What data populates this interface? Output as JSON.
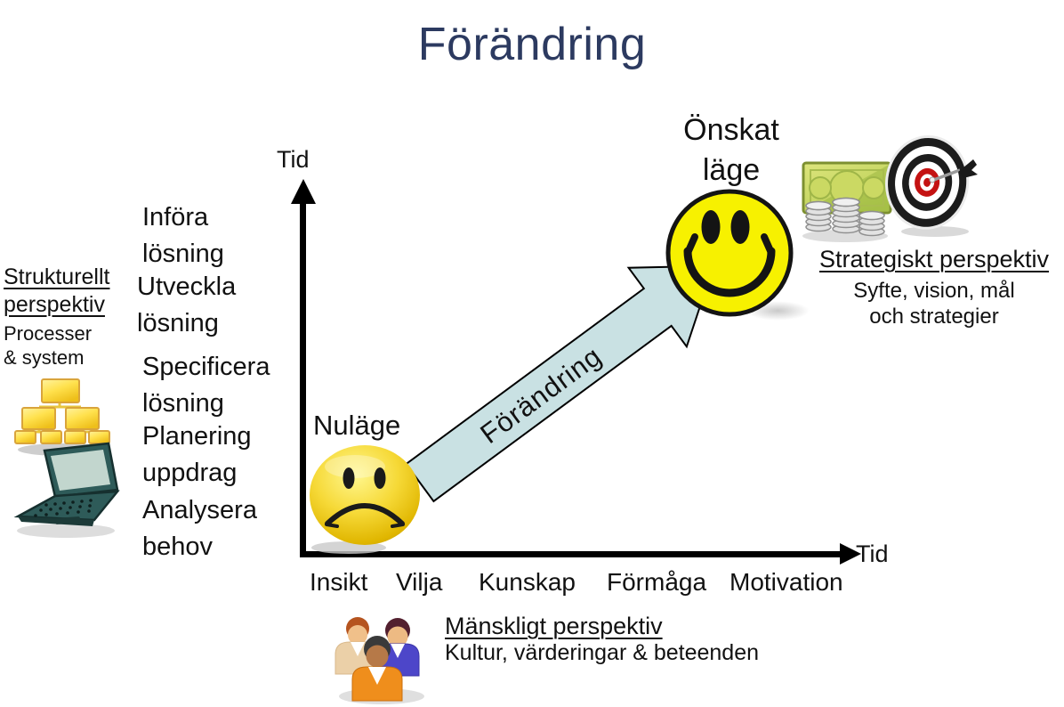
{
  "title": {
    "text": "Förändring",
    "color": "#2c3a60"
  },
  "chart": {
    "y_axis_label": "Tid",
    "x_axis_label": "Tid",
    "x_ticks": [
      "Insikt",
      "Vilja",
      "Kunskap",
      "Förmåga",
      "Motivation"
    ],
    "y_steps": [
      "Införa\nlösning",
      "Utveckla\nlösning",
      "Specificera\nlösning",
      "Planering\nuppdrag",
      "Analysera\nbehov"
    ]
  },
  "states": {
    "current": {
      "label": "Nuläge",
      "icon": "sad-smiley-icon"
    },
    "desired": {
      "label": "Önskat\nläge",
      "icon": "happy-smiley-icon"
    }
  },
  "change_arrow": {
    "label": "Förändring",
    "fill": "#c9e1e3",
    "border": "#000000"
  },
  "perspectives": {
    "structural": {
      "heading": "Strukturellt\nperspektiv",
      "subtext": "Processer\n& system",
      "icons": [
        "org-chart-icon",
        "laptop-icon"
      ]
    },
    "strategic": {
      "heading": "Strategiskt perspektiv",
      "subtext": "Syfte, vision, mål\noch strategier",
      "icons": [
        "money-icon",
        "dartboard-icon"
      ]
    },
    "human": {
      "heading": "Mänskligt perspektiv",
      "subtext": "Kultur, värderingar & beteenden",
      "icons": [
        "people-icon"
      ]
    }
  },
  "colors": {
    "title_navy": "#2c3a60",
    "arrow_fill": "#c9e1e3",
    "happy_yellow": "#f7f100",
    "sad_gold": "#e3b800"
  }
}
